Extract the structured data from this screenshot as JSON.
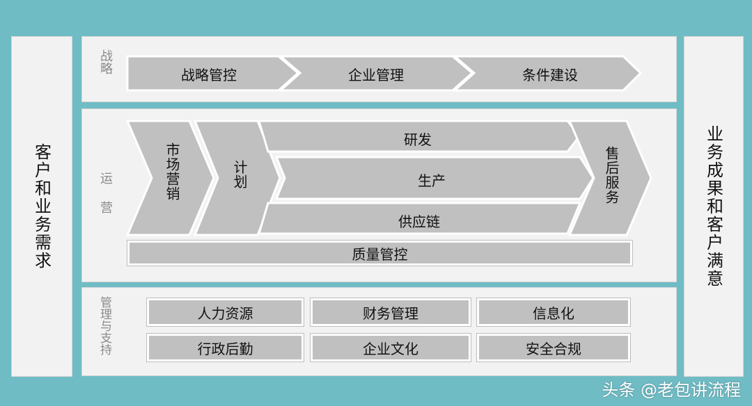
{
  "left_panel": {
    "label": "客户和业务需求"
  },
  "right_panel": {
    "label": "业务成果和客户满意"
  },
  "strategy": {
    "label": "战略",
    "items": [
      "战略管控",
      "企业管理",
      "条件建设"
    ]
  },
  "operations": {
    "label": "运营",
    "market": "市场营销",
    "plan": "计划",
    "rd": "研发",
    "production": "生产",
    "supply": "供应链",
    "after_sales": "售后服务",
    "quality": "质量管控"
  },
  "support": {
    "label": "管理与支持",
    "row1": [
      "人力资源",
      "财务管理",
      "信息化"
    ],
    "row2": [
      "行政后勤",
      "企业文化",
      "安全合规"
    ]
  },
  "watermark": "头条 @老包讲流程",
  "colors": {
    "background": "#6fbcc5",
    "panel": "#f2f2f2",
    "shape": "#c0c0c0"
  }
}
